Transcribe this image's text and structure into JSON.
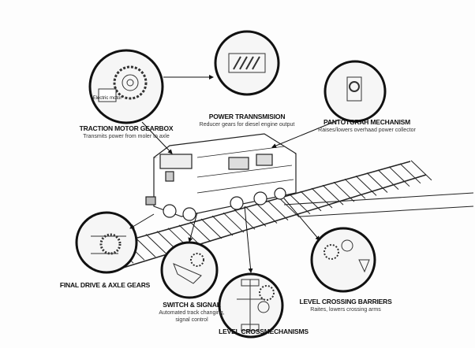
{
  "components": [
    {
      "title": "TRACTION MOTOR GEARBOX",
      "desc": "Transmits power from moler to axle",
      "inset": "Electric motor"
    },
    {
      "title": "POWER TRANNSMISION",
      "desc": "Reducer gears for diesel engine output"
    },
    {
      "title": "PANTOTGRAH MECHANISM",
      "desc": "Raises/lowers overhaad power collector"
    },
    {
      "title": "FINAL DRIVE & AXLE GEARS",
      "desc": ""
    },
    {
      "title": "SWITCH & SIGNAL",
      "desc": "Automated track changing,",
      "desc2": "signal control"
    },
    {
      "title": "LEVEL CROSSMECHANISMS",
      "desc": ""
    },
    {
      "title": "LEVEL CROSSING BARRIERS",
      "desc": "Raites, lowers crossing arms"
    }
  ]
}
